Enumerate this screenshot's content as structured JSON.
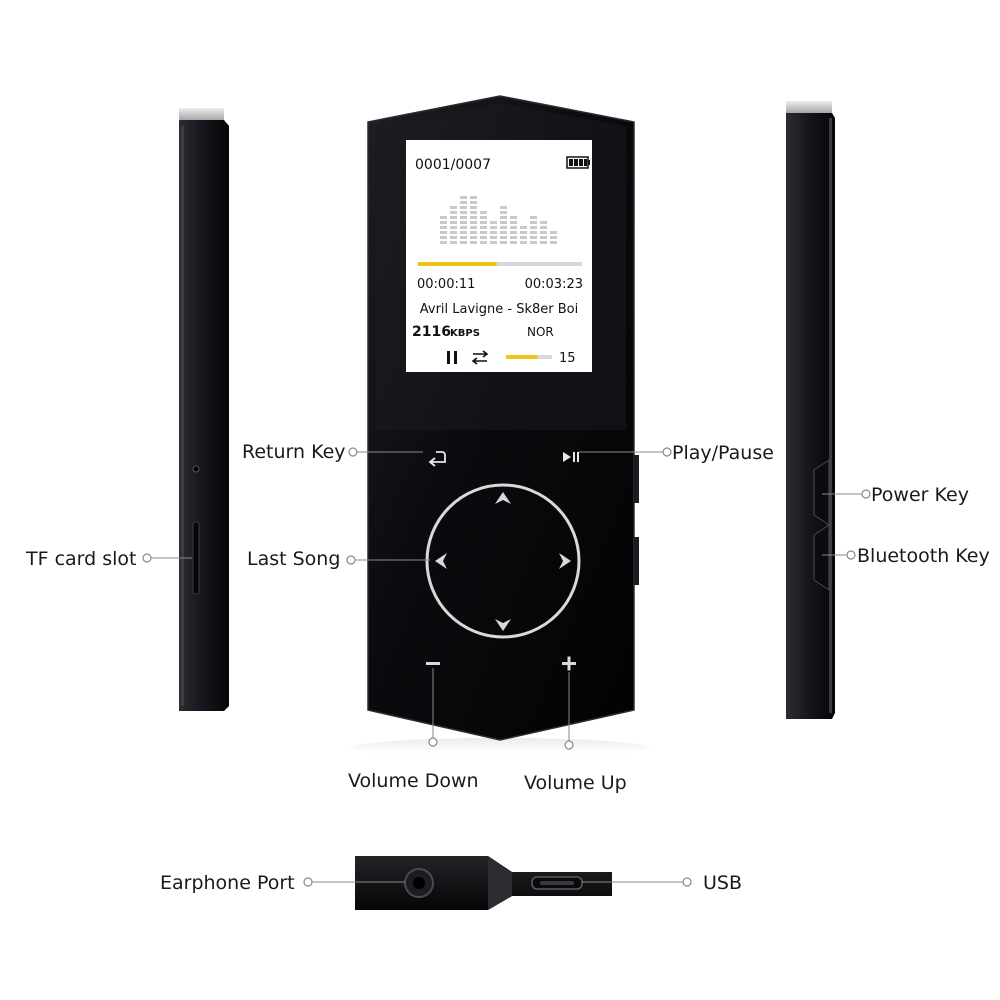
{
  "screen": {
    "track_counter": "0001/0007",
    "elapsed": "00:00:11",
    "duration": "00:03:23",
    "song": "Avril Lavigne - Sk8er Boi",
    "bitrate": "2116",
    "bitrate_unit": "KBPS",
    "eq_mode": "NOR",
    "volume_value": "15",
    "progress": 0.48,
    "volume_fill": 0.68,
    "icons": [
      "battery-icon",
      "equalizer-visualizer-icon",
      "pause-icon",
      "repeat-icon"
    ]
  },
  "labels": {
    "return_key": "Return Key",
    "play_pause": "Play/Pause",
    "power_key": "Power Key",
    "tf_card_slot": "TF card slot",
    "last_song": "Last Song",
    "bluetooth_key": "Bluetooth Key",
    "volume_down": "Volume Down",
    "volume_up": "Volume Up",
    "earphone_port": "Earphone Port",
    "usb": "USB"
  },
  "colors": {
    "body": "#0c0d10",
    "bezel": "#1d1e22",
    "accent_yellow": "#f0c419",
    "screen_bg": "#ffffff",
    "callout_line": "#8a8a8a"
  }
}
